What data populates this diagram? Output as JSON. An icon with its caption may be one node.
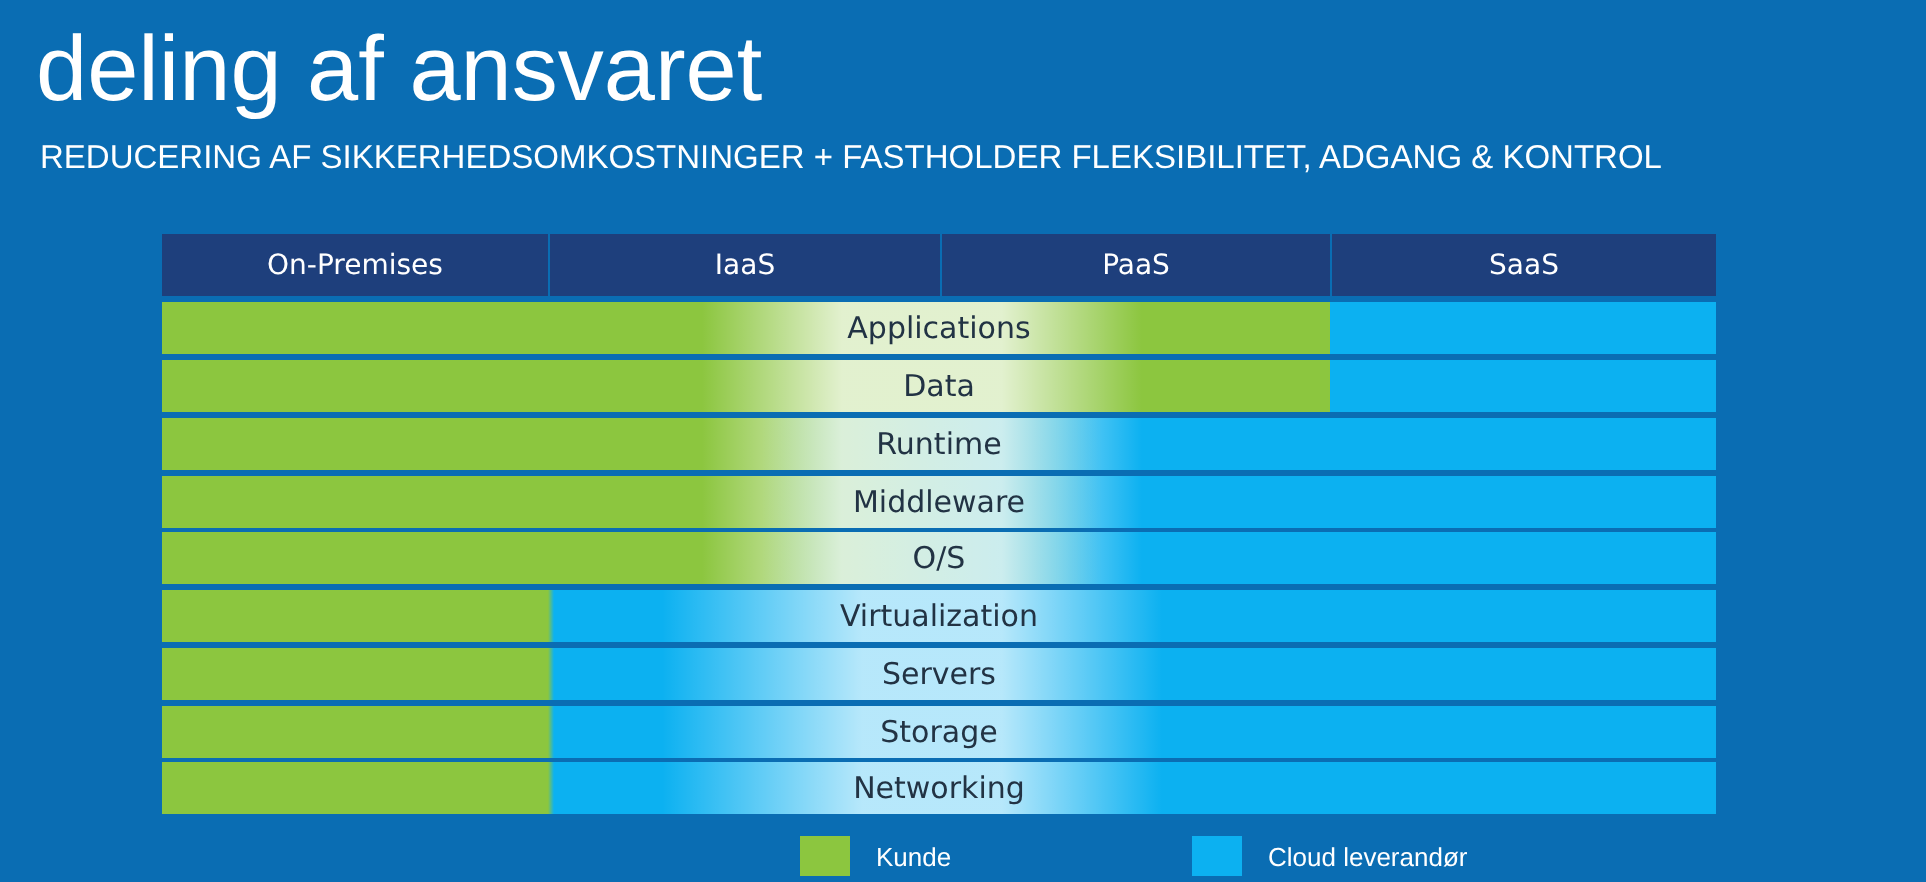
{
  "diagram": {
    "title": "deling af ansvaret",
    "nodes": [
      {
        "text": [
          "On-Premises"
        ]
      },
      {
        "text": [
          "IaaS"
        ]
      },
      {
        "text": [
          "PaaS"
        ]
      },
      {
        "text": [
          "SaaS"
        ]
      },
      {
        "text": [
          "Applications"
        ]
      },
      {
        "text": [
          "Data"
        ]
      },
      {
        "text": [
          "Runtime"
        ]
      },
      {
        "text": [
          "Middleware"
        ]
      },
      {
        "text": [
          "O/S"
        ]
      },
      {
        "text": [
          "Virtualization"
        ]
      },
      {
        "text": [
          "Servers"
        ]
      },
      {
        "text": [
          "Storage"
        ]
      },
      {
        "text": [
          "Networking"
        ]
      }
    ],
    "labels": [
      "REDUCERING AF SIKKERHEDSOMKOSTNINGER + FASTHOLDER FLEKSIBILITET, ADGANG & KONTROL"
    ],
    "legend": [
      {
        "text": "Kunde",
        "color": "#8cc63f"
      },
      {
        "text": "Cloud leverandør",
        "color": "#0cb1f1"
      }
    ]
  }
}
